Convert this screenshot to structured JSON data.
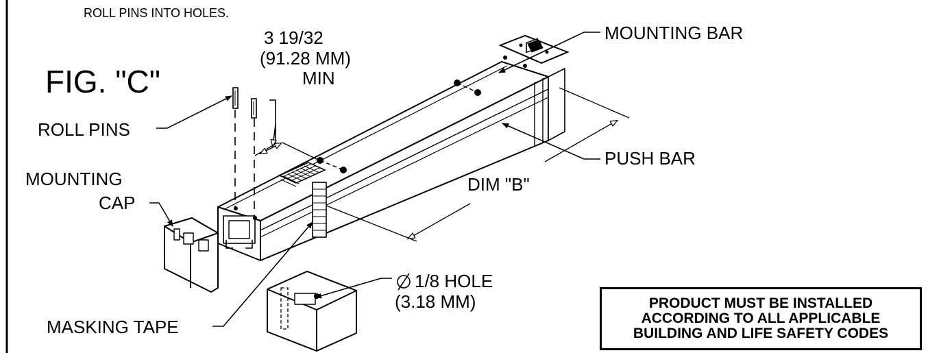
{
  "instruction_text": "ROLL PINS INTO HOLES.",
  "figure_label": "FIG. \"C\"",
  "dimension_min": {
    "line1": "3 19/32",
    "line2": "(91.28 MM)",
    "line3": "MIN"
  },
  "callouts": {
    "mounting_bar": "MOUNTING BAR",
    "roll_pins": "ROLL PINS",
    "push_bar": "PUSH BAR",
    "mounting_cap_line1": "MOUNTING",
    "mounting_cap_line2": "CAP",
    "dim_b": "DIM \"B\"",
    "hole_line1": "1/8 HOLE",
    "hole_line2": "(3.18 MM)",
    "masking_tape": "MASKING TAPE"
  },
  "notice": {
    "line1": "PRODUCT MUST BE INSTALLED",
    "line2": "ACCORDING TO ALL APPLICABLE",
    "line3": "BUILDING AND LIFE SAFETY CODES"
  }
}
